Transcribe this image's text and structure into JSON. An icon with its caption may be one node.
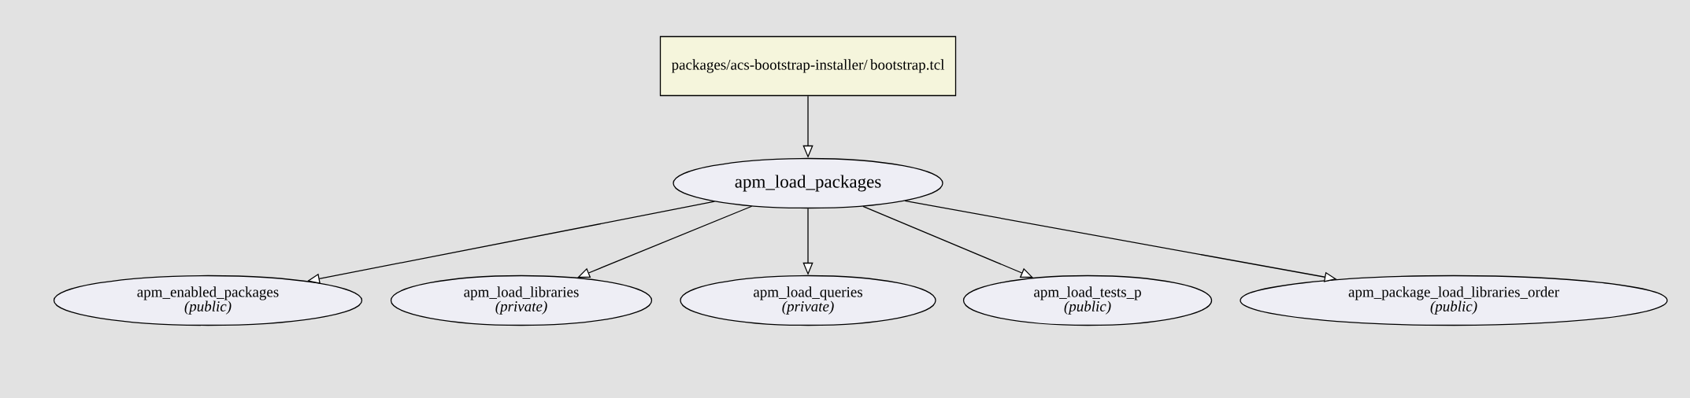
{
  "diagram": {
    "nodes": [
      {
        "text": [
          "packages/acs-bootstrap-installer/ bootstrap.tcl"
        ]
      },
      {
        "text": [
          "apm_load_packages"
        ]
      },
      {
        "text": [
          "apm_enabled_packages",
          "(public)"
        ]
      },
      {
        "text": [
          "apm_load_libraries",
          "(private)"
        ]
      },
      {
        "text": [
          "apm_load_queries",
          "(private)"
        ]
      },
      {
        "text": [
          "apm_load_tests_p",
          "(public)"
        ]
      },
      {
        "text": [
          "apm_package_load_libraries_order",
          "(public)"
        ]
      }
    ],
    "edges": [
      {
        "from": 0,
        "to": 1,
        "arrow": "to"
      },
      {
        "from": 1,
        "to": 2,
        "arrow": "to"
      },
      {
        "from": 1,
        "to": 3,
        "arrow": "to"
      },
      {
        "from": 1,
        "to": 4,
        "arrow": "to"
      },
      {
        "from": 1,
        "to": 5,
        "arrow": "to"
      },
      {
        "from": 1,
        "to": 6,
        "arrow": "to"
      }
    ]
  }
}
